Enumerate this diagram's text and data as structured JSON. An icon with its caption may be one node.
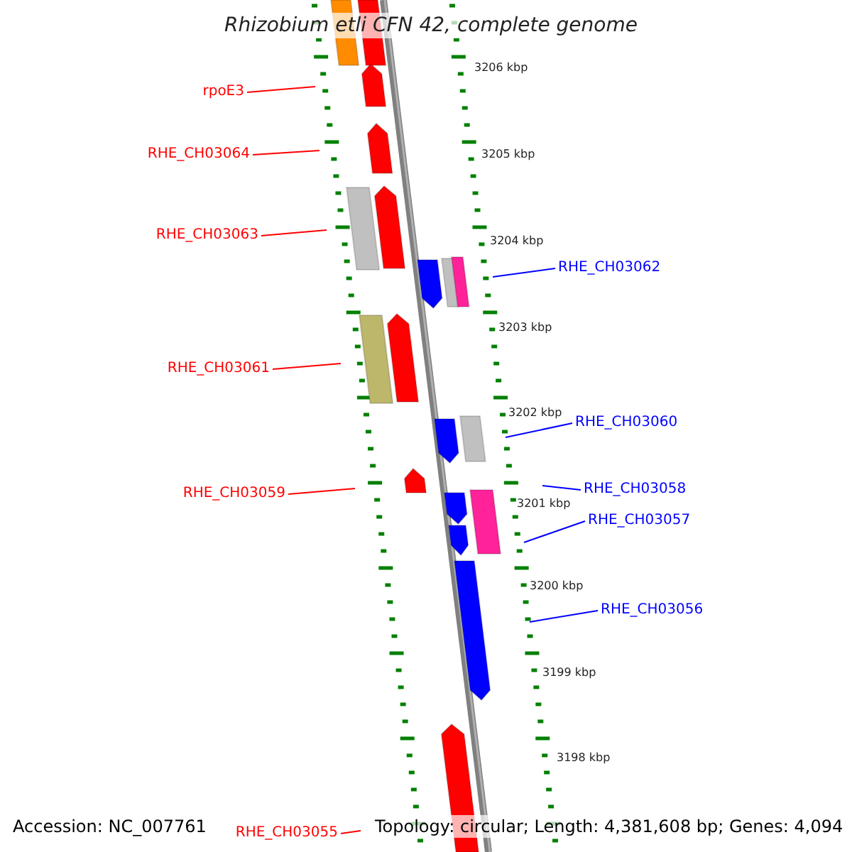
{
  "diagram": {
    "title": "Rhizobium etli CFN 42, complete genome",
    "nodes": [
      {
        "text": [
          "rpoE3"
        ]
      },
      {
        "text": [
          "RHE_CH03064"
        ]
      },
      {
        "text": [
          "RHE_CH03063"
        ]
      },
      {
        "text": [
          "RHE_CH03062"
        ]
      },
      {
        "text": [
          "RHE_CH03061"
        ]
      },
      {
        "text": [
          "RHE_CH03060"
        ]
      },
      {
        "text": [
          "RHE_CH03059"
        ]
      },
      {
        "text": [
          "RHE_CH03058"
        ]
      },
      {
        "text": [
          "RHE_CH03057"
        ]
      },
      {
        "text": [
          "RHE_CH03056"
        ]
      },
      {
        "text": [
          "RHE_CH03055"
        ]
      }
    ],
    "edges": [
      {
        "from": 0,
        "to": null,
        "arrow": "none"
      },
      {
        "from": 1,
        "to": null,
        "arrow": "none"
      },
      {
        "from": 2,
        "to": null,
        "arrow": "none"
      },
      {
        "from": 3,
        "to": null,
        "arrow": "none",
        "color": "#0000ff"
      },
      {
        "from": 4,
        "to": null,
        "arrow": "none"
      },
      {
        "from": 5,
        "to": null,
        "arrow": "none",
        "color": "#0000ff"
      },
      {
        "from": 6,
        "to": null,
        "arrow": "none"
      },
      {
        "from": 7,
        "to": null,
        "arrow": "none",
        "color": "#0000ff"
      },
      {
        "from": 8,
        "to": null,
        "arrow": "none",
        "color": "#0000ff"
      },
      {
        "from": 9,
        "to": null,
        "arrow": "none",
        "color": "#0000ff"
      },
      {
        "from": 10,
        "to": null,
        "arrow": "none"
      }
    ],
    "labels": [
      "3206 kbp",
      "3205 kbp",
      "3204 kbp",
      "3203 kbp",
      "3202 kbp",
      "3201 kbp",
      "3200 kbp",
      "3199 kbp",
      "3198 kbp",
      "Accession: NC_007761",
      "Topology: circular; Length: 4,381,608 bp; Genes: 4,094"
    ]
  }
}
